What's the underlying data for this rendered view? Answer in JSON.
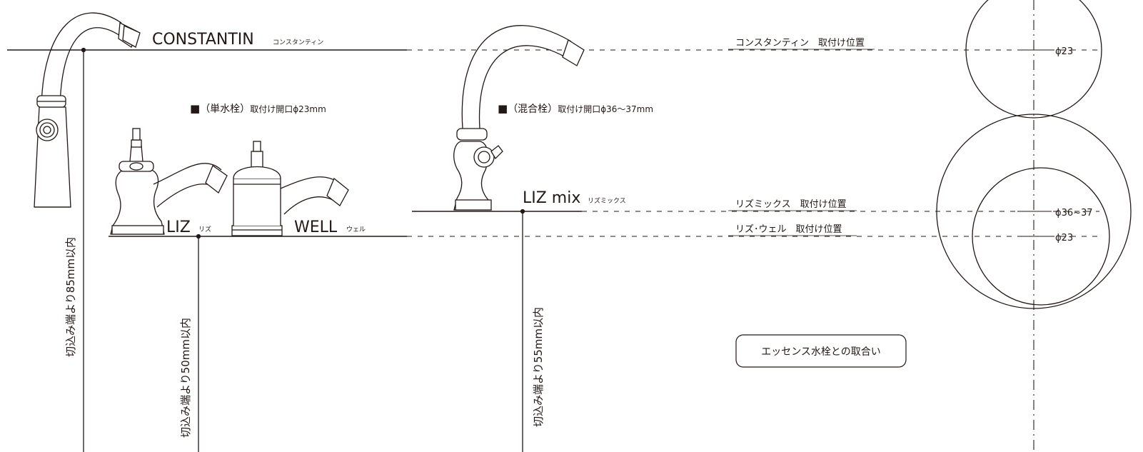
{
  "products": {
    "constantin": {
      "name": "CONSTANTIN",
      "kana": "コンスタンティン"
    },
    "liz": {
      "name": "LIZ",
      "kana": "リズ"
    },
    "well": {
      "name": "WELL",
      "kana": "ウェル"
    },
    "lizmix": {
      "name": "LIZ mix",
      "kana": "リズミックス"
    }
  },
  "headings": {
    "single": {
      "mark": "■",
      "type": "（単水栓）",
      "spec": "取付け開口ϕ23mm"
    },
    "mixer": {
      "mark": "■",
      "type": "（混合栓）",
      "spec": "取付け開口ϕ36〜37mm"
    }
  },
  "positions": {
    "constantin": "コンスタンティン　取付け位置",
    "lizmix": "リズミックス　取付け位置",
    "lizwell": "リズ･ウェル　取付け位置"
  },
  "dimensions": {
    "constantin": "切込み端より85mm以内",
    "lizwell": "切込み端より50mm以内",
    "lizmix": "切込み端より55mm以内"
  },
  "circles": {
    "top": "ϕ23",
    "middle": "ϕ36~37",
    "bottom": "ϕ23"
  },
  "note": "エッセンス水栓との取合い"
}
